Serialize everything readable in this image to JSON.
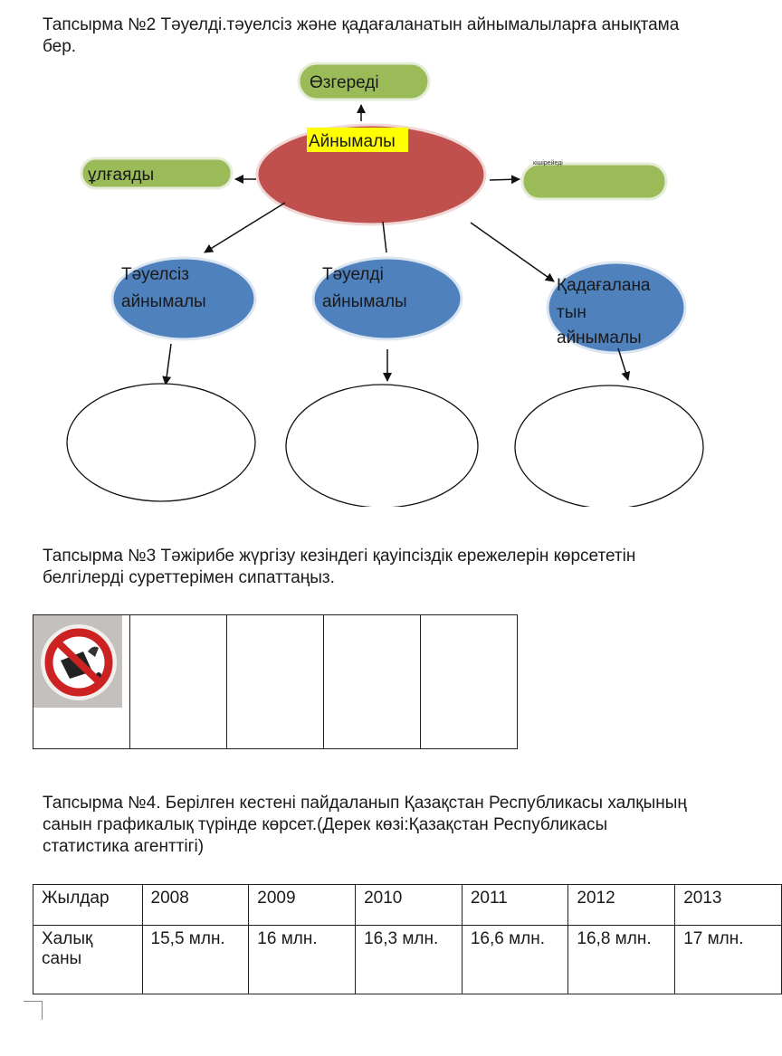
{
  "task2": {
    "line1": "Тапсырма №2  Тәуелді.тәуелсіз және қадағаланатын айнымалыларға анықтама",
    "line2": "бер."
  },
  "diagram": {
    "center": "Айнымалы",
    "top": "Өзгереді",
    "left": "ұлғаяды",
    "right_small": "кішірейеді",
    "independent": [
      "Тәуелсіз",
      "айнымалы"
    ],
    "dependent": [
      "Тәуелді",
      "айнымалы"
    ],
    "controlled": [
      "Қадағалана",
      "тын",
      "айнымалы"
    ],
    "colors": {
      "green": "#9bbb59",
      "red": "#c0504d",
      "blue": "#4f81bd",
      "highlight": "#ffff00"
    }
  },
  "task3": {
    "line1": "Тапсырма №3 Тәжірибе жүргізу кезіндегі қауіпсіздік ережелерін көрсететін",
    "line2": "белгілерді суреттерімен сипаттаңыз."
  },
  "task4": {
    "line1": "Тапсырма №4.  Берілген кестені пайдаланып Қазақстан Республикасы халқының",
    "line2": "санын графикалық түрінде көрсет.(Дерек көзі:Қазақстан Республикасы",
    "line3": "статистика агенттігі)"
  },
  "table": {
    "years_label": "Жылдар",
    "pop_label_1": "Халық",
    "pop_label_2": "саны",
    "years": [
      "2008",
      "2009",
      "2010",
      "2011",
      "2012",
      "2013"
    ],
    "population": [
      "15,5 млн.",
      "16 млн.",
      "16,3 млн.",
      "16,6 млн.",
      "16,8 млн.",
      "17 млн."
    ]
  }
}
